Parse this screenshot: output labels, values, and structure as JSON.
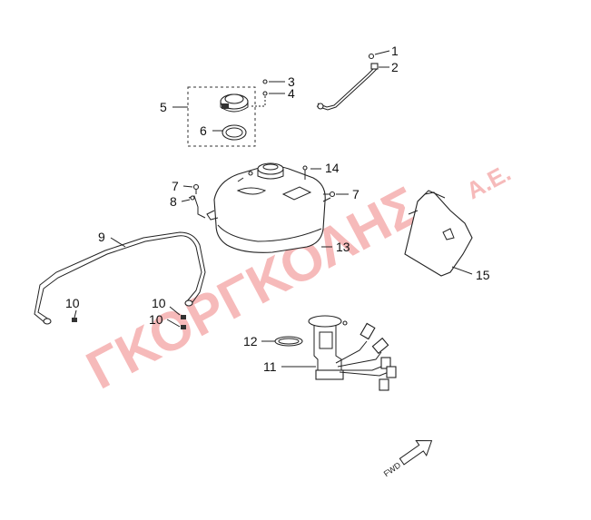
{
  "watermark": {
    "text": "ΓΚΟΡΓΚΟΛΗΣ",
    "suffix": "Α.Ε.",
    "color": "#f4a3a3"
  },
  "direction": {
    "label": "FWD"
  },
  "callouts": [
    {
      "id": "c1",
      "text": "1"
    },
    {
      "id": "c2",
      "text": "2"
    },
    {
      "id": "c3",
      "text": "3"
    },
    {
      "id": "c4",
      "text": "4"
    },
    {
      "id": "c5",
      "text": "5"
    },
    {
      "id": "c6",
      "text": "6"
    },
    {
      "id": "c7a",
      "text": "7"
    },
    {
      "id": "c7b",
      "text": "7"
    },
    {
      "id": "c8",
      "text": "8"
    },
    {
      "id": "c9",
      "text": "9"
    },
    {
      "id": "c10a",
      "text": "10"
    },
    {
      "id": "c10b",
      "text": "10"
    },
    {
      "id": "c10c",
      "text": "10"
    },
    {
      "id": "c11",
      "text": "11"
    },
    {
      "id": "c12",
      "text": "12"
    },
    {
      "id": "c13",
      "text": "13"
    },
    {
      "id": "c14",
      "text": "14"
    },
    {
      "id": "c15",
      "text": "15"
    }
  ]
}
